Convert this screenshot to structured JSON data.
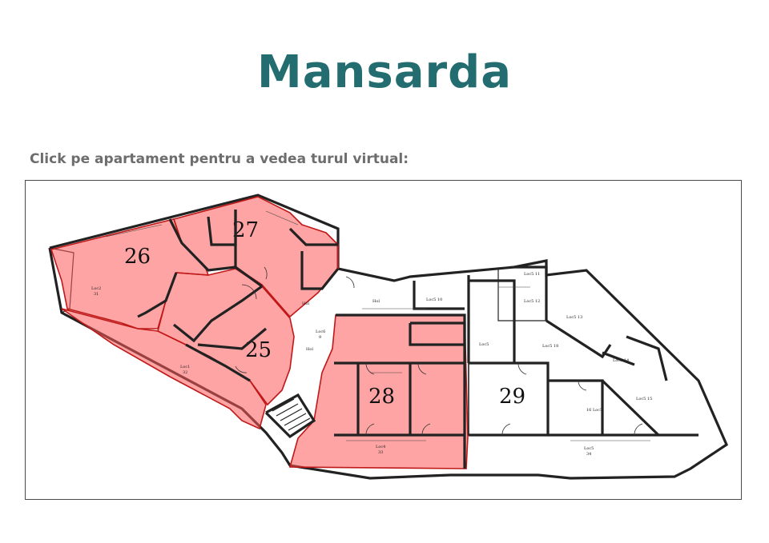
{
  "page": {
    "title": "Mansarda",
    "instruction": "Click pe apartament pentru a vedea turul virtual:"
  },
  "colors": {
    "title": "#236c70",
    "instruction": "#6d6d6d",
    "occupied_fill": "#ff8a8a",
    "occupied_stroke": "#c01818",
    "free_fill": "#ffffff"
  },
  "apartments": [
    {
      "number": "26",
      "status": "occupied"
    },
    {
      "number": "27",
      "status": "occupied"
    },
    {
      "number": "25",
      "status": "occupied"
    },
    {
      "number": "28",
      "status": "occupied"
    },
    {
      "number": "29",
      "status": "available"
    }
  ],
  "plan_labels": {
    "hol_1": "Hol",
    "hol_2": "Hol",
    "hol_3": "Hol",
    "loc6": "Loc6",
    "loc6_num": "9",
    "loc5_10": "Loc5  10",
    "loc5_11": "Loc5 11",
    "loc5_12": "Loc5  12",
    "loc5_13": "Loc5  13",
    "loc5_14": "Loc5  14",
    "loc5_15": "Loc5  15",
    "loc5_16": "16  Loc5",
    "loc5_18": "Loc5  18",
    "loc5_19": "Loc5",
    "loc5_34": "Loc5",
    "loc5_34_num": "34",
    "loc4_33": "Loc4",
    "loc4_33_num": "33",
    "loc2_31": "Loc2",
    "loc2_31_num": "31",
    "loc1_32": "Loc1",
    "loc1_32_num": "32"
  }
}
